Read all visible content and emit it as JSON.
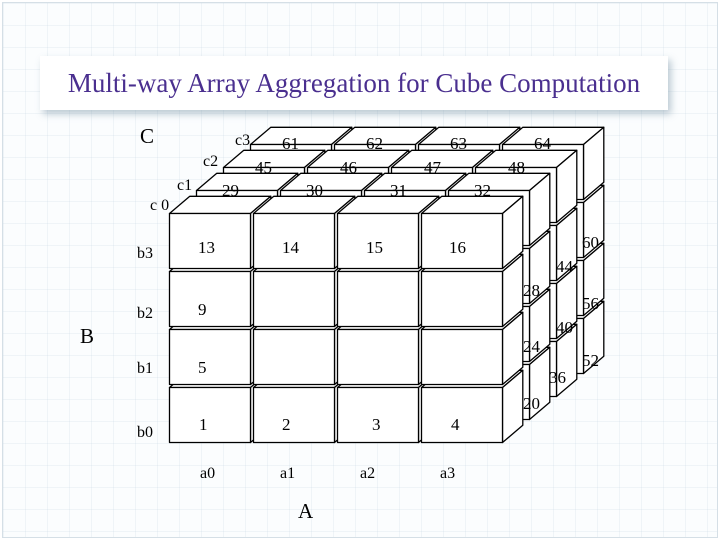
{
  "title": "Multi-way Array Aggregation for Cube Computation",
  "axes": {
    "A": "A",
    "B": "B",
    "C": "C"
  },
  "a_labels": [
    "a0",
    "a1",
    "a2",
    "a3"
  ],
  "b_labels": [
    "b0",
    "b1",
    "b2",
    "b3"
  ],
  "c_labels": [
    "c 0",
    "c1",
    "c2",
    "c3"
  ],
  "front_face": [
    [
      "13",
      "14",
      "15",
      "16"
    ],
    [
      "9",
      "",
      "",
      ""
    ],
    [
      "5",
      "",
      "",
      ""
    ],
    [
      "1",
      "2",
      "3",
      "4"
    ]
  ],
  "top_layers": [
    [
      "29",
      "30",
      "31",
      "32"
    ],
    [
      "45",
      "46",
      "47",
      "48"
    ],
    [
      "61",
      "62",
      "63",
      "64"
    ]
  ],
  "side_labels": [
    "60",
    "44",
    "28",
    "56",
    "40",
    "24",
    "52",
    "36",
    "20"
  ]
}
